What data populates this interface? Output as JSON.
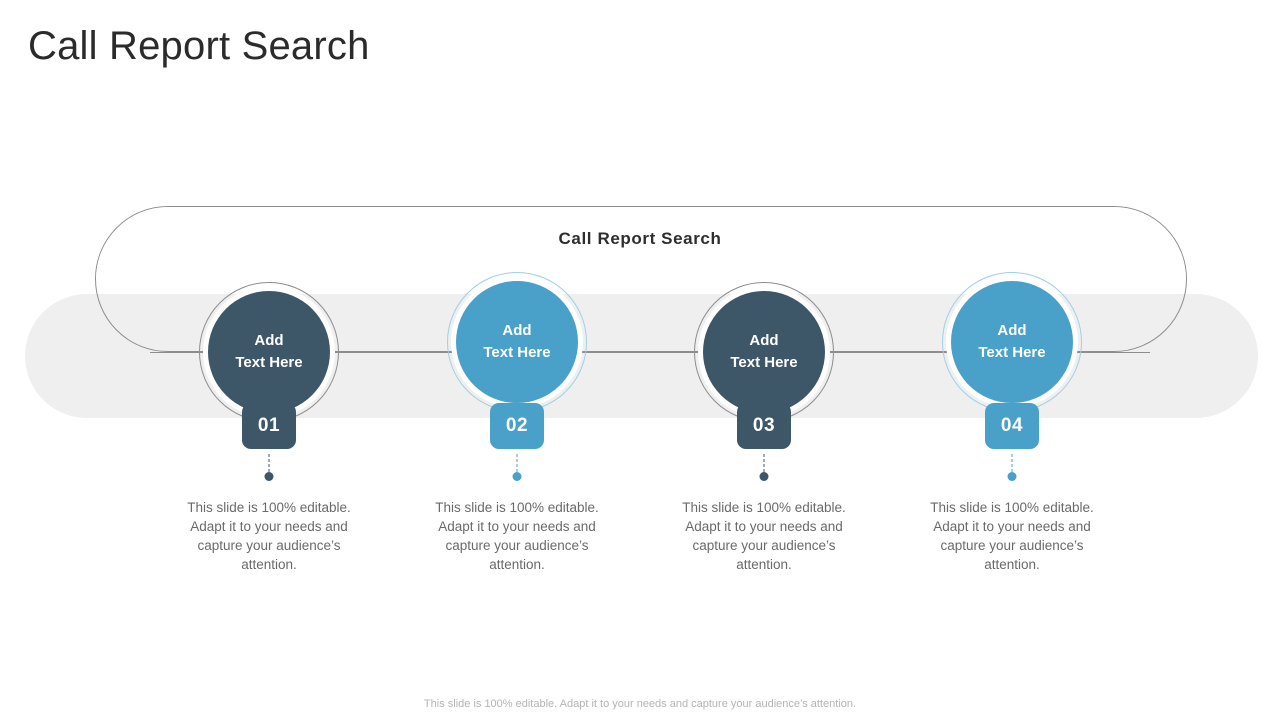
{
  "slide": {
    "title": "Call Report Search",
    "center_heading": "Call Report Search",
    "footer_note": "This slide is 100% editable. Adapt it to your needs and capture your audience’s attention."
  },
  "colors": {
    "dark": "#3d5668",
    "blue": "#49a0c8",
    "band_gray": "#efefef",
    "outline_gray": "#8d8d8d",
    "ring_blue": "#9fd0e6",
    "body_text": "#6a6a6a",
    "title_text": "#2b2b2b"
  },
  "nodes": [
    {
      "number": "01",
      "circle_line1": "Add",
      "circle_line2": "Text Here",
      "description": "This slide is 100% editable. Adapt it to your needs and capture your audience’s attention.",
      "theme": "dark"
    },
    {
      "number": "02",
      "circle_line1": "Add",
      "circle_line2": "Text Here",
      "description": "This slide is 100% editable. Adapt it to your needs and capture your audience’s attention.",
      "theme": "blue"
    },
    {
      "number": "03",
      "circle_line1": "Add",
      "circle_line2": "Text Here",
      "description": "This slide is 100% editable. Adapt it to your needs and capture your audience’s attention.",
      "theme": "dark"
    },
    {
      "number": "04",
      "circle_line1": "Add",
      "circle_line2": "Text Here",
      "description": "This slide is 100% editable. Adapt it to your needs and capture your audience’s attention.",
      "theme": "blue"
    }
  ]
}
